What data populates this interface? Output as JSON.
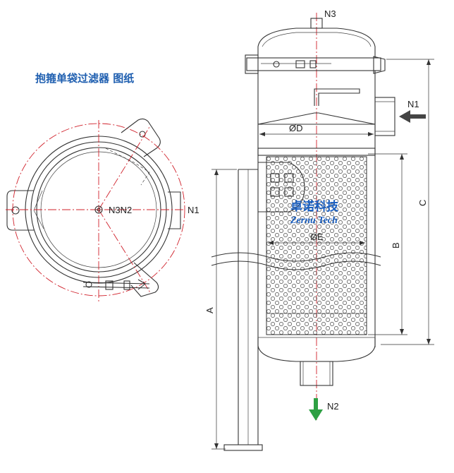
{
  "title": "抱箍单袋过滤器 图纸",
  "watermark": {
    "cn": "卓诺科技",
    "en": "Zernu Tech"
  },
  "top_view": {
    "center_label": "N3N2",
    "n1_label": "N1"
  },
  "side_view": {
    "n1_label": "N1",
    "n2_label": "N2",
    "n3_label": "N3",
    "dim_a": "A",
    "dim_b": "B",
    "dim_c": "C",
    "dim_d": "ØD",
    "dim_e": "ØE"
  },
  "colors": {
    "title": "#1f5fb0",
    "centerline": "#d0202a",
    "inlet_arrow": "#444444",
    "outlet_arrow": "#2ea043",
    "watermark": "#1a5fc0"
  }
}
